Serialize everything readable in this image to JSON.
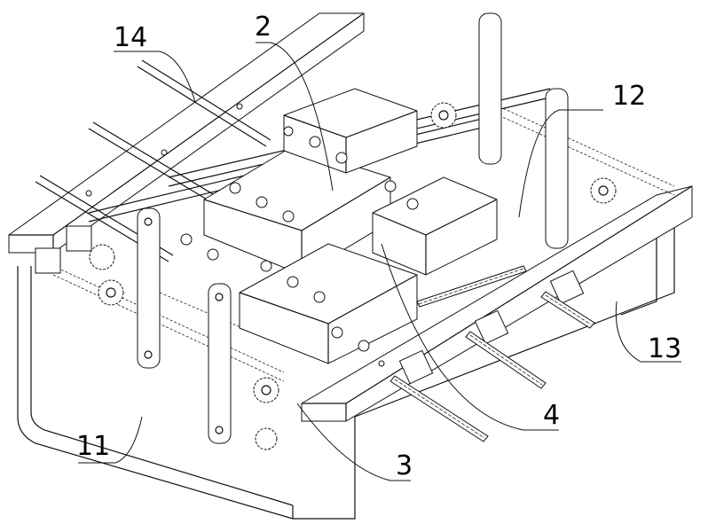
{
  "figure": {
    "type": "patent line drawing",
    "subject": "mechanical assembly with frame, lead screws, gears and racks"
  },
  "labels": [
    {
      "id": "label-14",
      "text": "14"
    },
    {
      "id": "label-2",
      "text": "2"
    },
    {
      "id": "label-12",
      "text": "12"
    },
    {
      "id": "label-13",
      "text": "13"
    },
    {
      "id": "label-4",
      "text": "4"
    },
    {
      "id": "label-11",
      "text": "11"
    },
    {
      "id": "label-3",
      "text": "3"
    }
  ]
}
